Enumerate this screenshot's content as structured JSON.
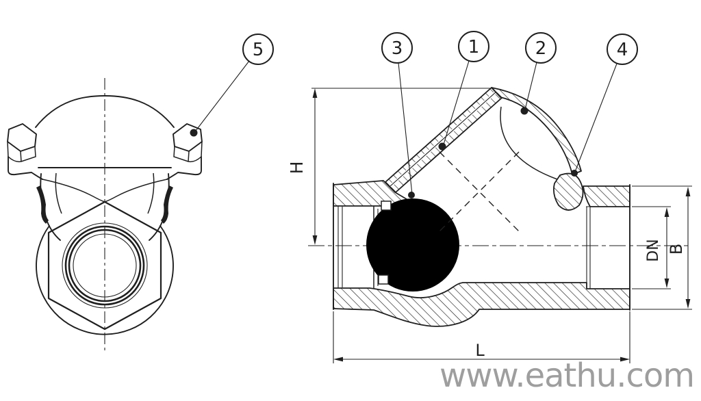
{
  "drawing": {
    "balloons": [
      {
        "label": "5"
      },
      {
        "label": "3"
      },
      {
        "label": "1"
      },
      {
        "label": "2"
      },
      {
        "label": "4"
      }
    ],
    "dimensions": {
      "height": "H",
      "bore": "DN",
      "end": "B",
      "length": "L"
    },
    "watermark": "www.eathu.com",
    "colors": {
      "line": "#1f1f1f",
      "ball": "#000000",
      "watermark": "#9e9e9e",
      "background": "#ffffff"
    }
  }
}
